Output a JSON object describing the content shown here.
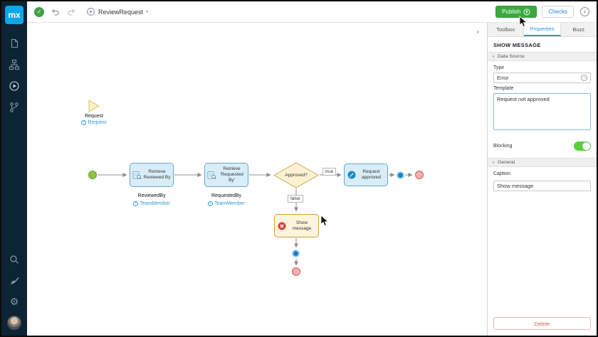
{
  "icons": {
    "check": "✓",
    "caret_down": "▾",
    "info": "i",
    "collapse_chevron": "›",
    "section_chevron": "∨",
    "gear": "⚙"
  },
  "colors": {
    "accent_blue": "#2D9BD8",
    "publish_green": "#3AA83E",
    "sidebar_navy": "#0C2433",
    "activity_fill": "#D9EDF8",
    "activity_border": "#62A8CC",
    "selected_border": "#DB9B3B",
    "toggle_on_green": "#56D13D",
    "delete_red": "#DE5246"
  },
  "sidebar": {
    "logo": "mx"
  },
  "topbar": {
    "flow_name": "ReviewRequest",
    "publish": "Publish",
    "checks": "Checks"
  },
  "canvas": {
    "parameter": {
      "label": "Request",
      "entity": "Request"
    },
    "activity1": {
      "title": "Retrieve Reviewed By",
      "name": "ReviewedBy",
      "entity": "TeamMember"
    },
    "activity2": {
      "title": "Retrieve 'Requested By'",
      "name": "RequestedBy",
      "entity": "TeamMember"
    },
    "decision": {
      "label": "Approved?",
      "true_label": "true",
      "false_label": "false"
    },
    "activity3": {
      "title": "Request approved"
    },
    "activity4": {
      "title": "Show message"
    }
  },
  "panel": {
    "tabs": [
      "Toolbox",
      "Properties",
      "Buzz"
    ],
    "active_tab": "Properties",
    "title": "SHOW MESSAGE",
    "data_source_section": "Data Source",
    "type_label": "Type",
    "type_value": "Error",
    "template_label": "Template",
    "template_value": "Request not approved",
    "blocking_label": "Blocking",
    "blocking_on": true,
    "general_section": "General",
    "caption_label": "Caption",
    "caption_value": "Show message",
    "delete_label": "Delete"
  }
}
